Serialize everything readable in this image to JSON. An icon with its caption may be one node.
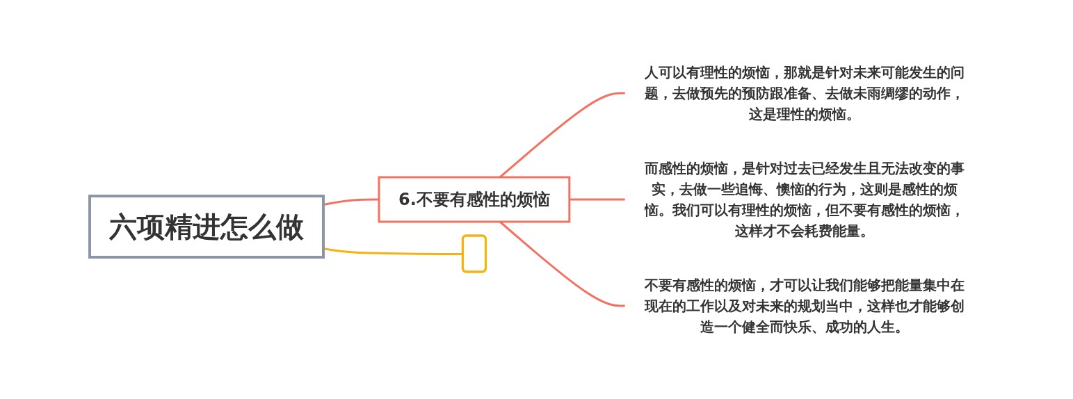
{
  "diagram": {
    "nodes": [
      {
        "text": [
          "六项精进怎么做"
        ]
      },
      {
        "text": [
          "6.不要有感性的烦恼"
        ]
      },
      {
        "text": [
          "人可以有理性的烦恼，那就是针对未来可能发生的问题，去做预先的预防跟准备、去做未雨绸缪的动作，这是理性的烦恼。"
        ]
      },
      {
        "text": [
          "而感性的烦恼，是针对过去已经发生且无法改变的事实，去做一些追悔、懊恼的行为，这则是感性的烦恼。我们可以有理性的烦恼，但不要有感性的烦恼，这样才不会耗费能量。"
        ]
      },
      {
        "text": [
          "不要有感性的烦恼，才可以让我们能够把能量集中在现在的工作以及对未来的规划当中，这样也才能够创造一个健全而快乐、成功的人生。"
        ]
      },
      {
        "text": [],
        "shape": "box"
      }
    ],
    "edges": [
      {
        "from": 0,
        "to": 1,
        "arrow": "none"
      },
      {
        "from": 1,
        "to": 2,
        "arrow": "none"
      },
      {
        "from": 1,
        "to": 3,
        "arrow": "none"
      },
      {
        "from": 1,
        "to": 4,
        "arrow": "none"
      },
      {
        "from": 0,
        "to": 5,
        "arrow": "none",
        "color": "#f8b20a"
      }
    ]
  }
}
